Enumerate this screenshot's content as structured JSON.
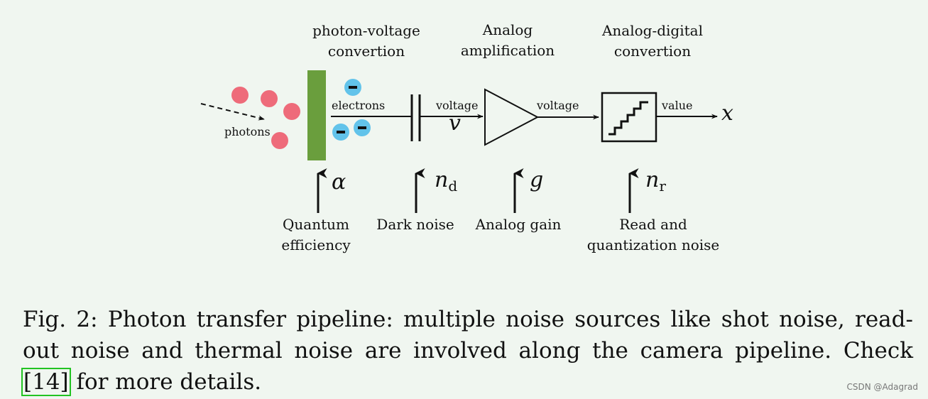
{
  "diagram": {
    "stage_labels": {
      "photon_voltage_line1": "photon-voltage",
      "photon_voltage_line2": "convertion",
      "analog_amp_line1": "Analog",
      "analog_amp_line2": "amplification",
      "adc_line1": "Analog-digital",
      "adc_line2": "convertion"
    },
    "signal_labels": {
      "photons": "photons",
      "electrons": "electrons",
      "voltage_1": "voltage",
      "voltage_2": "voltage",
      "value": "value"
    },
    "symbols": {
      "v": "v",
      "x": "x",
      "alpha": "α",
      "n_d_base": "n",
      "n_d_sub": "d",
      "g": "g",
      "n_r_base": "n",
      "n_r_sub": "r"
    },
    "noise_labels": {
      "quantum_line1": "Quantum",
      "quantum_line2": "efficiency",
      "dark": "Dark noise",
      "gain": "Analog gain",
      "read_line1": "Read and",
      "read_line2": "quantization noise"
    },
    "colors": {
      "photon": "#ee6b7a",
      "electron": "#62c3ea",
      "sensor": "#6a9e3d",
      "background": "#f0f6f0"
    }
  },
  "caption": {
    "fig_label": "Fig. 2:",
    "text_before": "Photon transfer pipeline: multiple noise sources like shot noise, read-out noise and thermal noise are involved along the camera pipeline. Check",
    "citation": "[14]",
    "text_after": "for more details."
  },
  "watermark": "CSDN @Adagrad"
}
